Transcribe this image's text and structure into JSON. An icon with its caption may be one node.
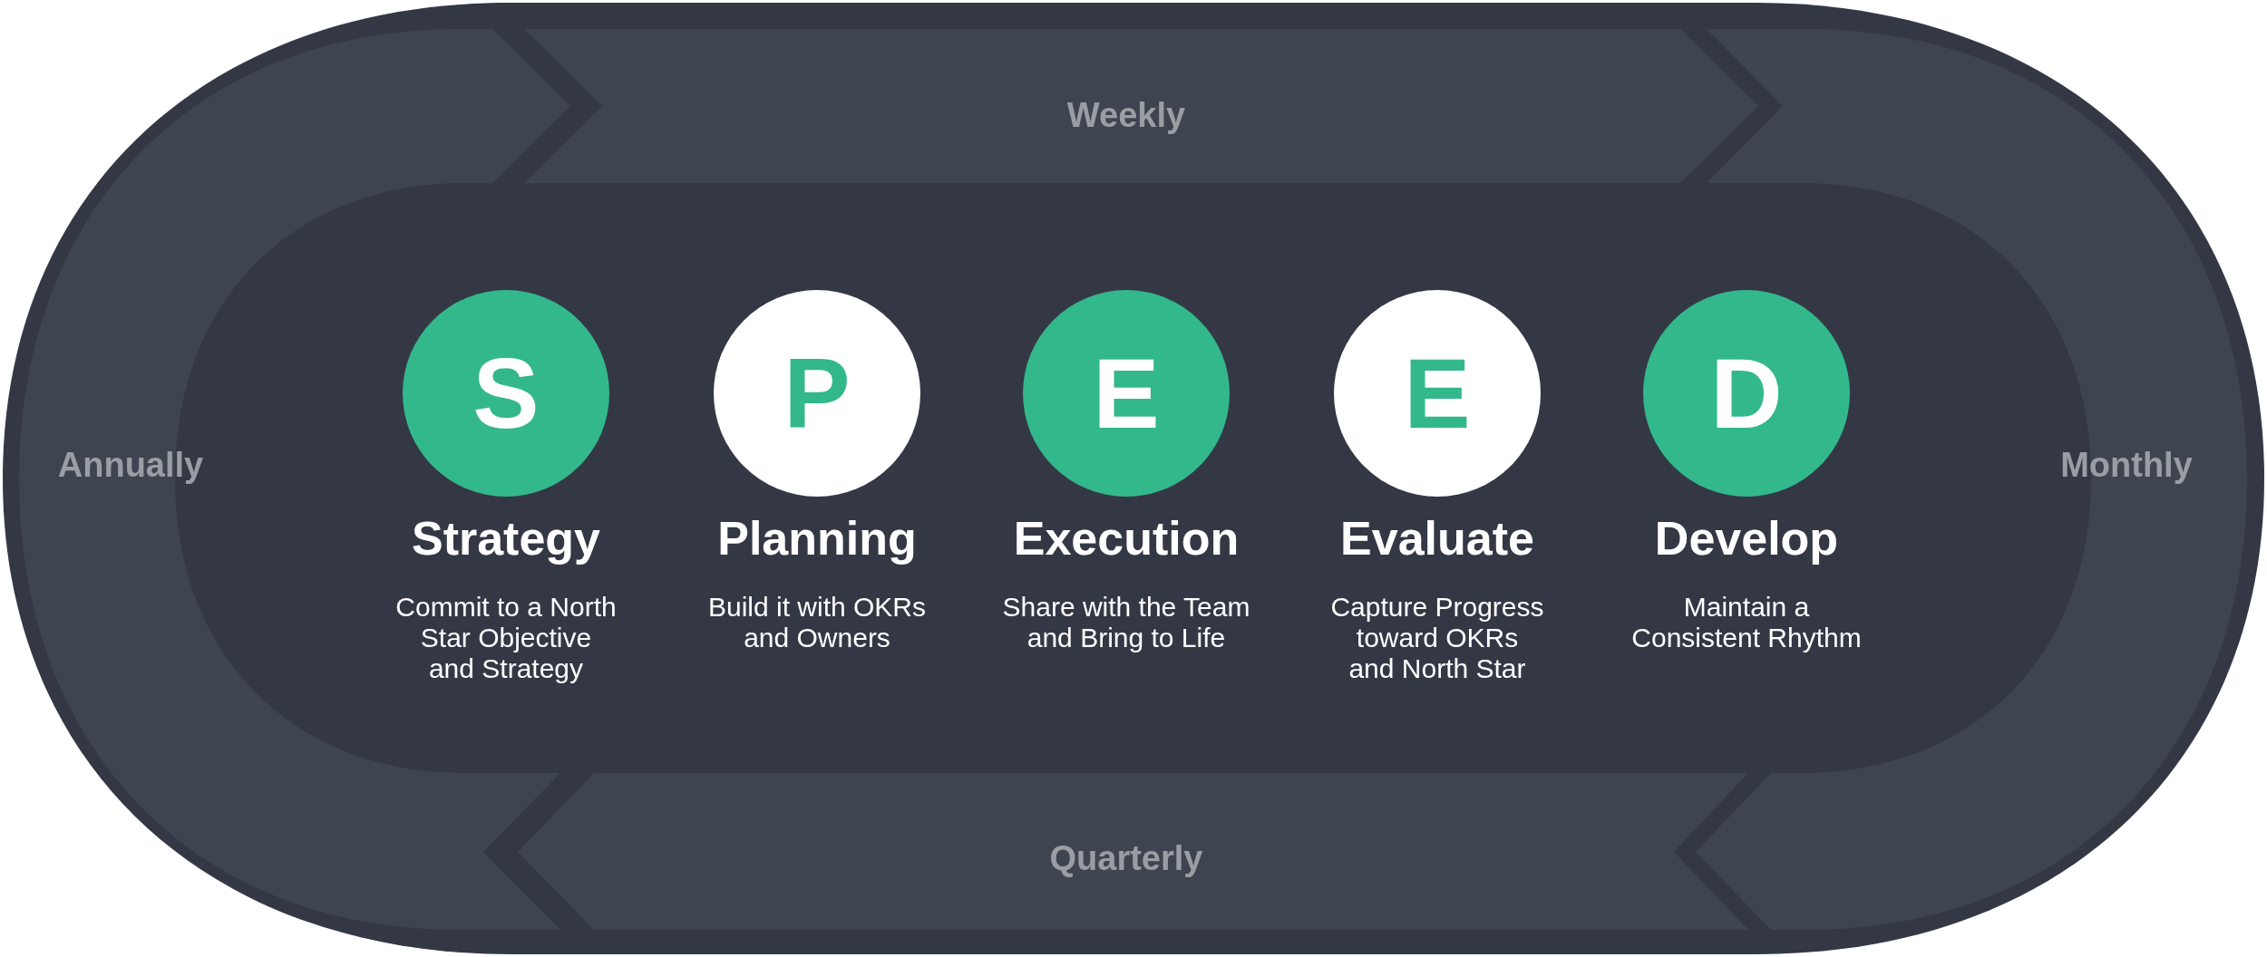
{
  "diagram": {
    "nodes": [
      {
        "text": [
          "Weekly"
        ]
      },
      {
        "text": [
          "Annually"
        ]
      },
      {
        "text": [
          "S",
          "Strategy",
          "Commit to a North Star Objective and Strategy"
        ]
      },
      {
        "text": [
          "P",
          "Planning",
          "Build it with OKRs and Owners"
        ]
      },
      {
        "text": [
          "E",
          "Execution",
          "Share with the Team and Bring to Life"
        ]
      },
      {
        "text": [
          "E",
          "Evaluate",
          "Capture Progress toward OKRs and North Star"
        ]
      },
      {
        "text": [
          "D",
          "Develop",
          "Maintain a Consistent Rhythm"
        ]
      },
      {
        "text": [
          "Monthly"
        ]
      },
      {
        "text": [
          "Quarterly"
        ]
      }
    ]
  }
}
